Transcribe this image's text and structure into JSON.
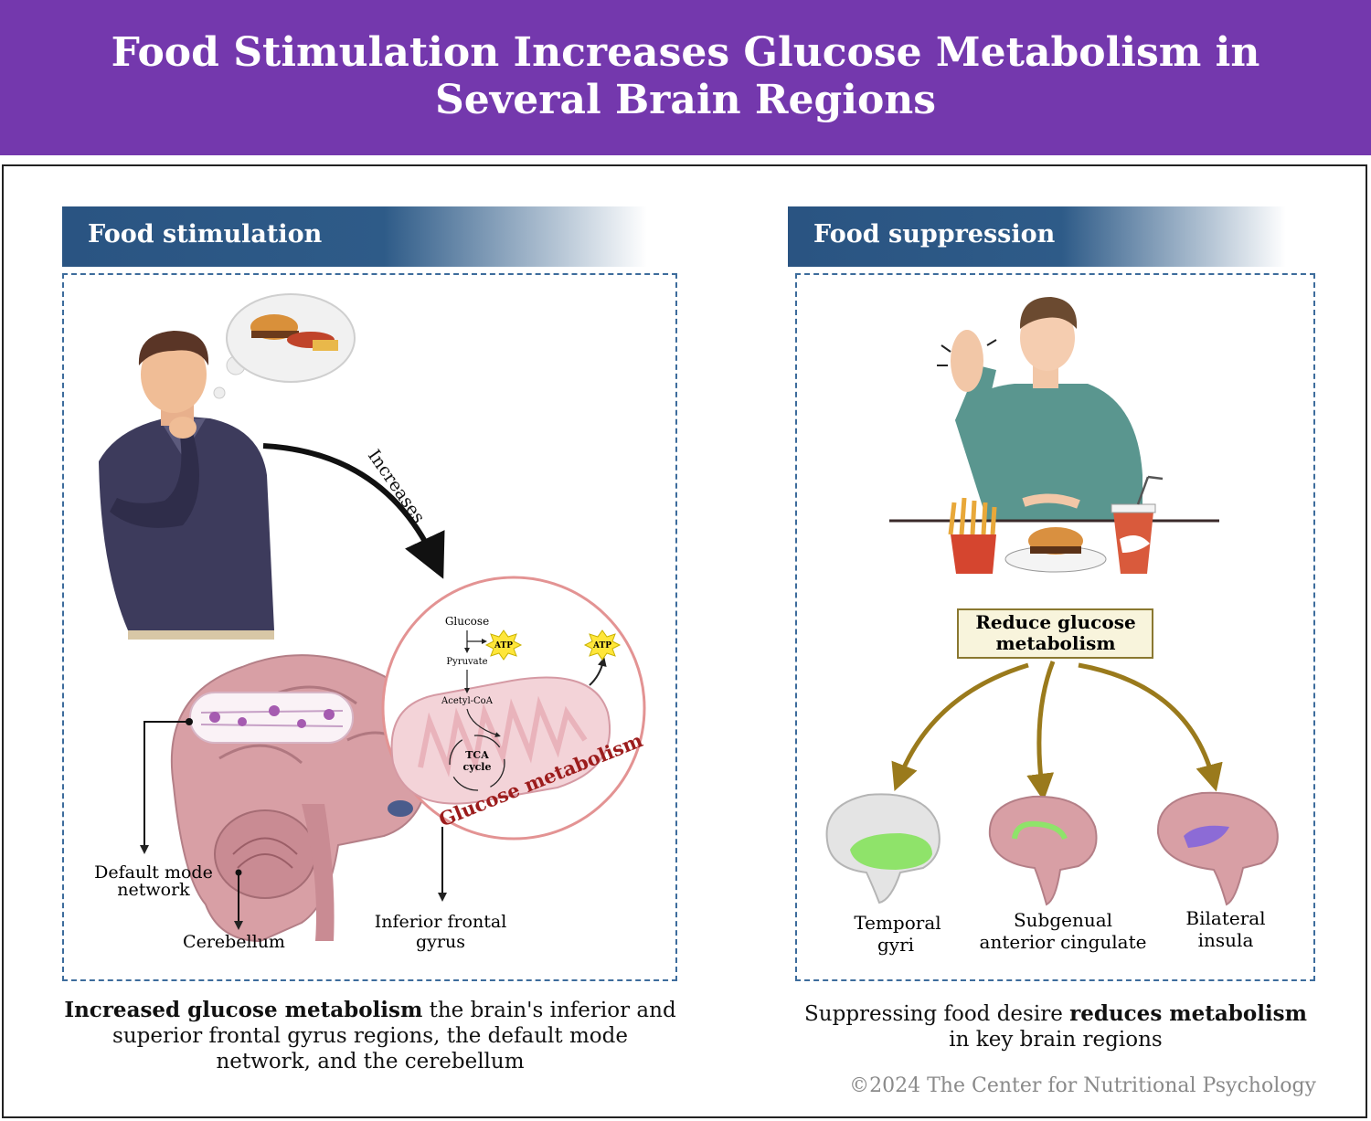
{
  "title": "Food Stimulation Increases Glucose Metabolism in Several Brain Regions",
  "left": {
    "heading": "Food stimulation",
    "arrow_label": "Increases",
    "pathway": {
      "glucose": "Glucose",
      "atp": "ATP",
      "pyruvate": "Pyruvate",
      "acetyl": "Acetyl-CoA",
      "tca": "TCA",
      "cycle": "cycle",
      "circle_label": "Glucose metabolism"
    },
    "labels": {
      "dmn_line1": "Default mode",
      "dmn_line2": "network",
      "cerebellum": "Cerebellum",
      "ifg_line1": "Inferior frontal",
      "ifg_line2": "gyrus"
    },
    "caption_bold": "Increased glucose metabolism",
    "caption_rest": " the brain's inferior and superior frontal gyrus regions, the default mode network, and the cerebellum"
  },
  "right": {
    "heading": "Food suppression",
    "box_line1": "Reduce glucose",
    "box_line2": "metabolism",
    "regions": {
      "temporal_line1": "Temporal",
      "temporal_line2": "gyri",
      "sgac_line1": "Subgenual",
      "sgac_line2": "anterior cingulate",
      "insula_line1": "Bilateral",
      "insula_line2": "insula"
    },
    "caption_pre": "Suppressing food desire ",
    "caption_bold": "reduces metabolism",
    "caption_post": " in key brain regions"
  },
  "copyright": "©2024 The Center for Nutritional Psychology",
  "colors": {
    "banner": "#7438ad",
    "heading_bar": "#2e5b88",
    "brain": "#d89fa5",
    "highlight_green": "#8fe36a",
    "arrow_gold": "#9a7a1c"
  }
}
